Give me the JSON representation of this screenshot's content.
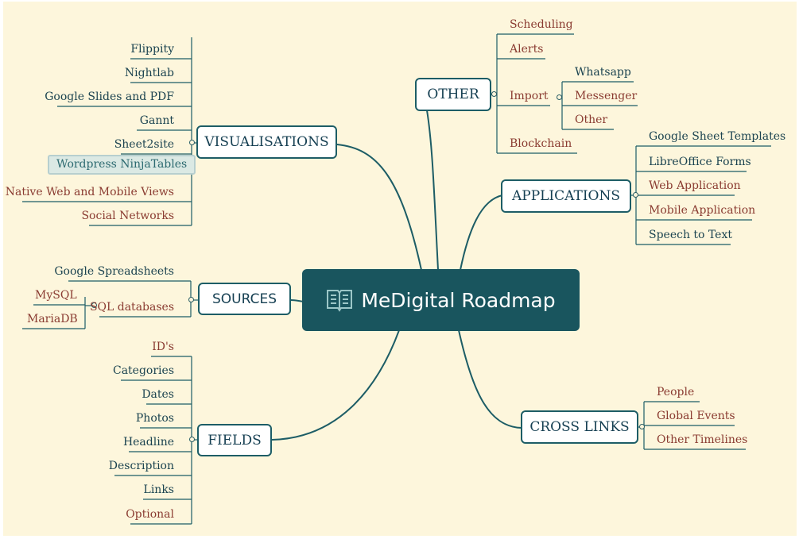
{
  "central": {
    "title": "MeDigital Roadmap",
    "icon": "book-icon"
  },
  "colors": {
    "central_bg": "#19555e",
    "branch_line": "#1d5d66",
    "leaf_dark": "#1b4350",
    "leaf_red": "#8a3b31",
    "background": "#fdf6dc"
  },
  "visualisations": {
    "label": "VISUALISATIONS",
    "items": [
      "Flippity",
      "Nightlab",
      "Google Slides and PDF",
      "Gannt",
      "Sheet2site",
      "Wordpress NinjaTables",
      "Native Web and Mobile Views",
      "Social Networks"
    ]
  },
  "sources": {
    "label": "SOURCES",
    "items": [
      "Google Spreadsheets",
      "SQL databases"
    ],
    "sql": [
      "MySQL",
      "MariaDB"
    ]
  },
  "fields": {
    "label": "FIELDS",
    "items": [
      "ID's",
      "Categories",
      "Dates",
      "Photos",
      "Headline",
      "Description",
      "Links",
      "Optional"
    ]
  },
  "other": {
    "label": "OTHER",
    "items": [
      "Scheduling",
      "Alerts",
      "Import",
      "Blockchain"
    ],
    "import": [
      "Whatsapp",
      "Messenger",
      "Other"
    ]
  },
  "applications": {
    "label": "APPLICATIONS",
    "items": [
      "Google Sheet Templates",
      "LibreOffice Forms",
      "Web Application",
      "Mobile Application",
      "Speech to Text"
    ]
  },
  "cross_links": {
    "label": "CROSS LINKS",
    "items": [
      "People",
      "Global Events",
      "Other Timelines"
    ]
  }
}
